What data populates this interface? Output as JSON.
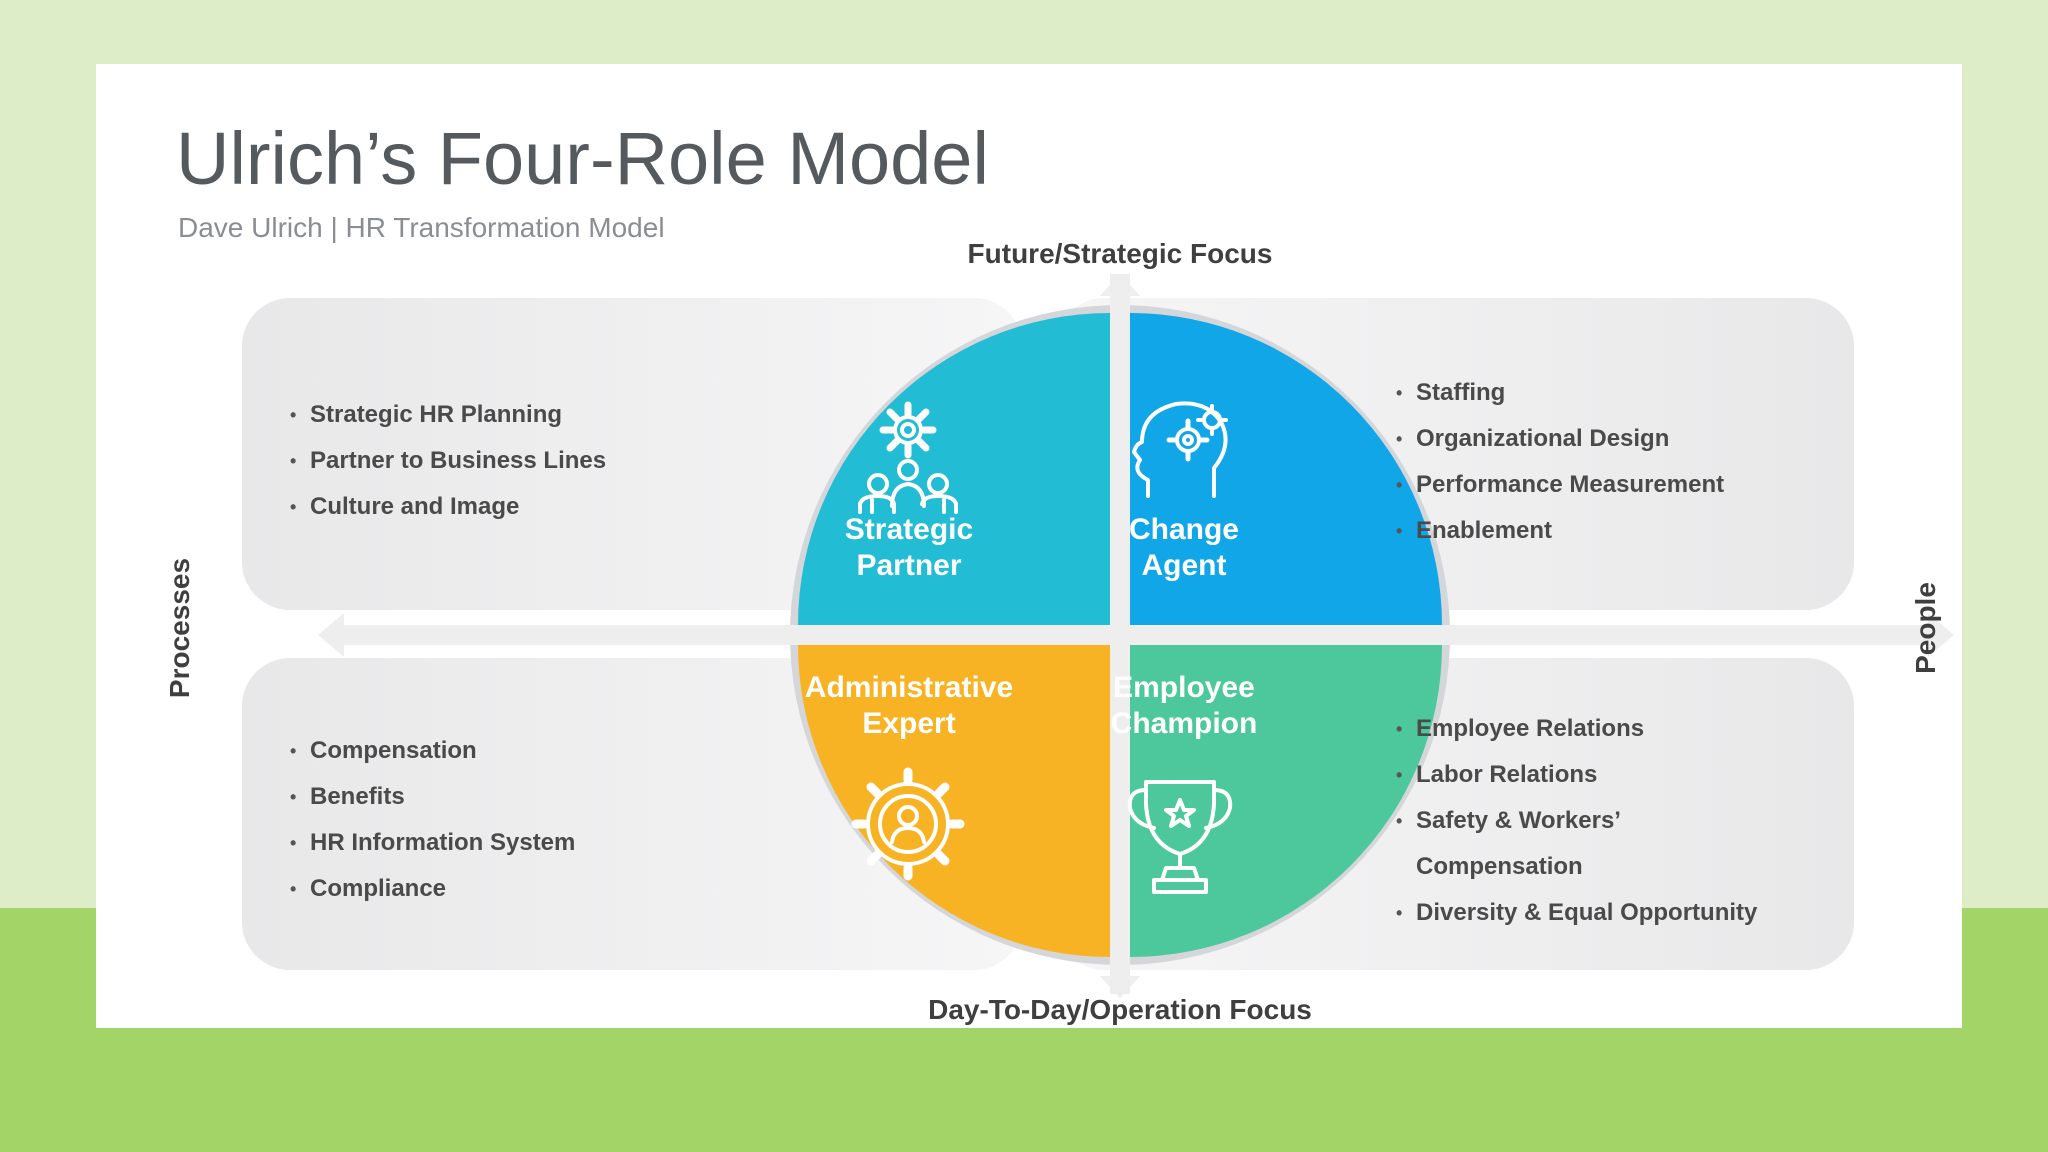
{
  "title": "Ulrich’s Four-Role Model",
  "subtitle": "Dave Ulrich | HR Transformation Model",
  "axes": {
    "top": "Future/Strategic Focus",
    "bottom": "Day-To-Day/Operation Focus",
    "left": "Processes",
    "right": "People"
  },
  "quadrants": {
    "strategic_partner": {
      "label_line1": "Strategic",
      "label_line2": "Partner",
      "color": "#22bcd4",
      "icon": "team-gear-icon",
      "items": [
        "Strategic HR Planning",
        "Partner to Business Lines",
        "Culture and Image"
      ]
    },
    "change_agent": {
      "label_line1": "Change",
      "label_line2": "Agent",
      "color": "#10a6e8",
      "icon": "head-gears-icon",
      "items": [
        "Staffing",
        "Organizational Design",
        "Performance Measurement",
        "Enablement"
      ]
    },
    "administrative_expert": {
      "label_line1": "Administrative",
      "label_line2": "Expert",
      "color": "#f8b324",
      "icon": "person-gear-icon",
      "items": [
        "Compensation",
        "Benefits",
        "HR Information System",
        "Compliance"
      ]
    },
    "employee_champion": {
      "label_line1": "Employee",
      "label_line2": "Champion",
      "color": "#4cc89c",
      "icon": "trophy-icon",
      "items": [
        "Employee Relations",
        "Labor Relations",
        "Safety & Workers’",
        "Compensation",
        "Diversity & Equal Opportunity"
      ]
    }
  },
  "background": {
    "light": "#dcedc8",
    "band": "#a3d468"
  }
}
